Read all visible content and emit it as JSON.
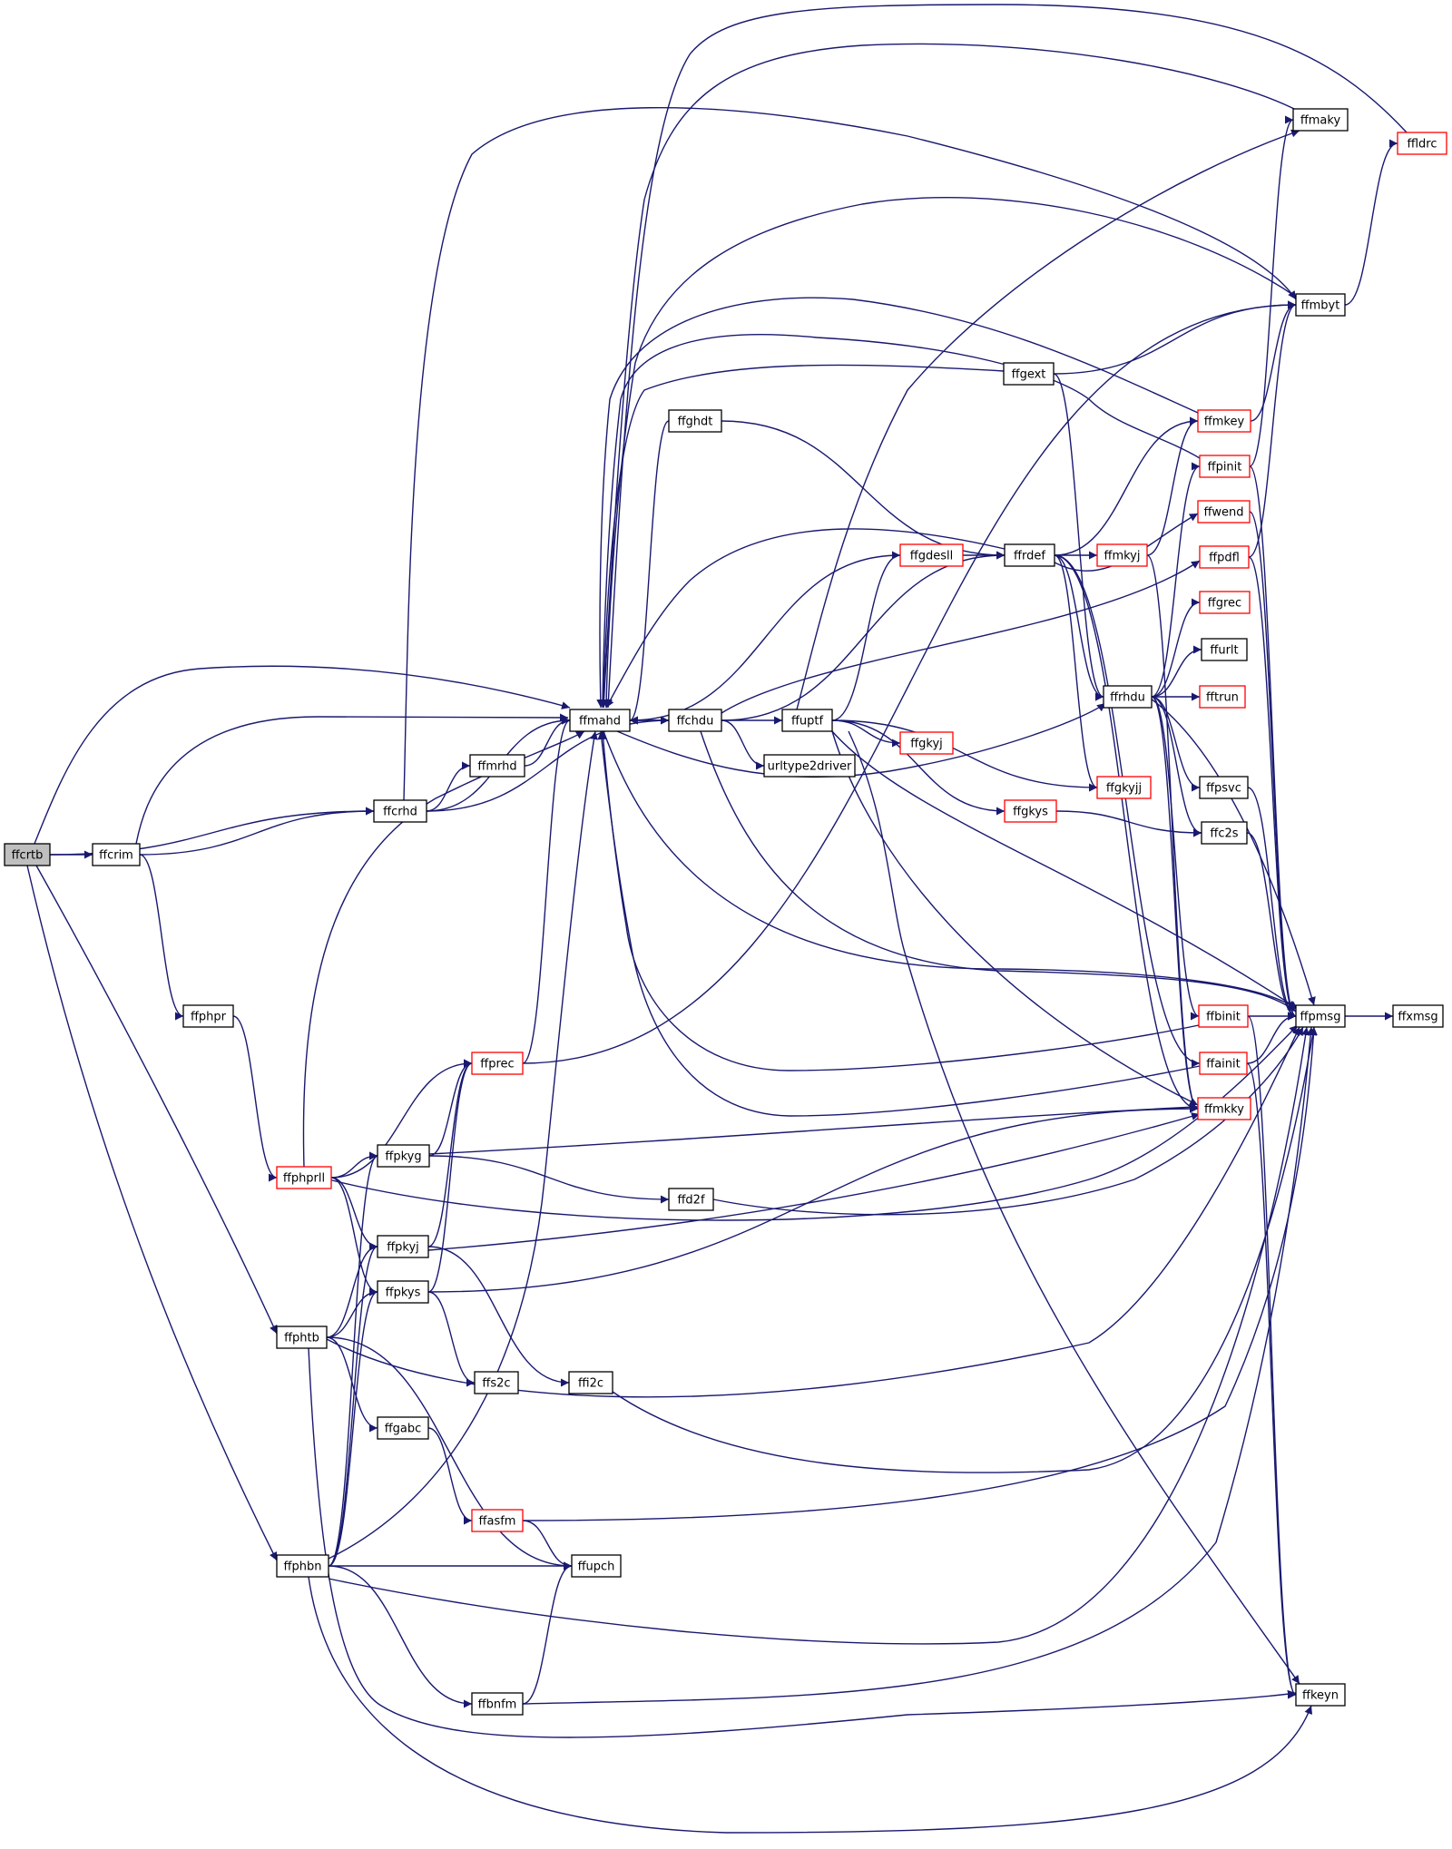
{
  "diagram": {
    "nodes": [
      {
        "id": "ffcrtb",
        "label": "ffcrtb",
        "style": "root"
      },
      {
        "id": "ffcrim",
        "label": "ffcrim",
        "style": "normal"
      },
      {
        "id": "ffcrhd",
        "label": "ffcrhd",
        "style": "normal"
      },
      {
        "id": "ffmrhd",
        "label": "ffmrhd",
        "style": "normal"
      },
      {
        "id": "ffmahd",
        "label": "ffmahd",
        "style": "normal"
      },
      {
        "id": "ffchdu",
        "label": "ffchdu",
        "style": "normal"
      },
      {
        "id": "ffuptf",
        "label": "ffuptf",
        "style": "normal"
      },
      {
        "id": "urltype2driver",
        "label": "urltype2driver",
        "style": "normal"
      },
      {
        "id": "ffghdt",
        "label": "ffghdt",
        "style": "normal"
      },
      {
        "id": "ffgext",
        "label": "ffgext",
        "style": "normal"
      },
      {
        "id": "ffgdesll",
        "label": "ffgdesll",
        "style": "red"
      },
      {
        "id": "ffrdef",
        "label": "ffrdef",
        "style": "normal"
      },
      {
        "id": "ffmkyj",
        "label": "ffmkyj",
        "style": "red"
      },
      {
        "id": "ffgkyj",
        "label": "ffgkyj",
        "style": "red"
      },
      {
        "id": "ffgkyjj",
        "label": "ffgkyjj",
        "style": "red"
      },
      {
        "id": "ffgkys",
        "label": "ffgkys",
        "style": "red"
      },
      {
        "id": "ffrhdu",
        "label": "ffrhdu",
        "style": "normal"
      },
      {
        "id": "ffmaky",
        "label": "ffmaky",
        "style": "normal"
      },
      {
        "id": "ffmbyt",
        "label": "ffmbyt",
        "style": "normal"
      },
      {
        "id": "ffldrc",
        "label": "ffldrc",
        "style": "red"
      },
      {
        "id": "ffmkey",
        "label": "ffmkey",
        "style": "red"
      },
      {
        "id": "ffpinit",
        "label": "ffpinit",
        "style": "red"
      },
      {
        "id": "ffwend",
        "label": "ffwend",
        "style": "red"
      },
      {
        "id": "ffpdfl",
        "label": "ffpdfl",
        "style": "red"
      },
      {
        "id": "ffgrec",
        "label": "ffgrec",
        "style": "red"
      },
      {
        "id": "ffurlt",
        "label": "ffurlt",
        "style": "normal"
      },
      {
        "id": "fftrun",
        "label": "fftrun",
        "style": "red"
      },
      {
        "id": "ffpsvc",
        "label": "ffpsvc",
        "style": "normal"
      },
      {
        "id": "ffc2s",
        "label": "ffc2s",
        "style": "normal"
      },
      {
        "id": "ffbinit",
        "label": "ffbinit",
        "style": "red"
      },
      {
        "id": "ffpmsg",
        "label": "ffpmsg",
        "style": "normal"
      },
      {
        "id": "ffxmsg",
        "label": "ffxmsg",
        "style": "normal"
      },
      {
        "id": "ffainit",
        "label": "ffainit",
        "style": "red"
      },
      {
        "id": "ffmkky",
        "label": "ffmkky",
        "style": "red"
      },
      {
        "id": "ffphpr",
        "label": "ffphpr",
        "style": "normal"
      },
      {
        "id": "ffprec",
        "label": "ffprec",
        "style": "red"
      },
      {
        "id": "ffphprll",
        "label": "ffphprll",
        "style": "red"
      },
      {
        "id": "ffpkyg",
        "label": "ffpkyg",
        "style": "normal"
      },
      {
        "id": "ffd2f",
        "label": "ffd2f",
        "style": "normal"
      },
      {
        "id": "ffpkyj",
        "label": "ffpkyj",
        "style": "normal"
      },
      {
        "id": "ffpkys",
        "label": "ffpkys",
        "style": "normal"
      },
      {
        "id": "ffphtb",
        "label": "ffphtb",
        "style": "normal"
      },
      {
        "id": "ffs2c",
        "label": "ffs2c",
        "style": "normal"
      },
      {
        "id": "ffi2c",
        "label": "ffi2c",
        "style": "normal"
      },
      {
        "id": "ffgabc",
        "label": "ffgabc",
        "style": "normal"
      },
      {
        "id": "ffasfm",
        "label": "ffasfm",
        "style": "red"
      },
      {
        "id": "ffphbn",
        "label": "ffphbn",
        "style": "normal"
      },
      {
        "id": "ffupch",
        "label": "ffupch",
        "style": "normal"
      },
      {
        "id": "ffbnfm",
        "label": "ffbnfm",
        "style": "normal"
      },
      {
        "id": "ffkeyn",
        "label": "ffkeyn",
        "style": "normal"
      }
    ],
    "edges": [
      [
        "ffcrtb",
        "ffcrim"
      ],
      [
        "ffcrtb",
        "ffcrhd"
      ],
      [
        "ffcrtb",
        "ffmahd"
      ],
      [
        "ffcrtb",
        "ffphtb"
      ],
      [
        "ffcrtb",
        "ffphbn"
      ],
      [
        "ffcrim",
        "ffcrhd"
      ],
      [
        "ffcrim",
        "ffmahd"
      ],
      [
        "ffcrim",
        "ffphpr"
      ],
      [
        "ffcrhd",
        "ffmrhd"
      ],
      [
        "ffcrhd",
        "ffmahd"
      ],
      [
        "ffcrhd",
        "ffchdu"
      ],
      [
        "ffcrhd",
        "ffmbyt"
      ],
      [
        "ffmrhd",
        "ffmahd"
      ],
      [
        "ffmahd",
        "ffchdu"
      ],
      [
        "ffmahd",
        "ffrhdu"
      ],
      [
        "ffmahd",
        "ffpmsg"
      ],
      [
        "ffchdu",
        "ffmahd"
      ],
      [
        "ffchdu",
        "ffuptf"
      ],
      [
        "ffchdu",
        "urltype2driver"
      ],
      [
        "ffchdu",
        "ffrdef"
      ],
      [
        "ffchdu",
        "ffpdfl"
      ],
      [
        "ffchdu",
        "ffpmsg"
      ],
      [
        "ffuptf",
        "ffmaky"
      ],
      [
        "ffuptf",
        "ffgdesll"
      ],
      [
        "ffuptf",
        "ffgkyj"
      ],
      [
        "ffuptf",
        "ffgkyjj"
      ],
      [
        "ffuptf",
        "ffgkys"
      ],
      [
        "ffuptf",
        "ffmkky"
      ],
      [
        "ffuptf",
        "ffkeyn"
      ],
      [
        "ffuptf",
        "ffpmsg"
      ],
      [
        "ffghdt",
        "ffmahd"
      ],
      [
        "ffghdt",
        "ffrdef"
      ],
      [
        "ffgext",
        "ffmahd"
      ],
      [
        "ffgext",
        "ffmbyt"
      ],
      [
        "ffgext",
        "ffrhdu"
      ],
      [
        "ffgdesll",
        "ffmahd"
      ],
      [
        "ffgdesll",
        "ffrdef"
      ],
      [
        "ffrdef",
        "ffmahd"
      ],
      [
        "ffrdef",
        "ffmkyj"
      ],
      [
        "ffrdef",
        "ffmkey"
      ],
      [
        "ffrdef",
        "ffwend"
      ],
      [
        "ffrdef",
        "ffrhdu"
      ],
      [
        "ffrdef",
        "ffgkyjj"
      ],
      [
        "ffrdef",
        "ffmkky"
      ],
      [
        "ffrdef",
        "ffainit"
      ],
      [
        "ffmkyj",
        "ffmkey"
      ],
      [
        "ffmkyj",
        "ffmkky"
      ],
      [
        "ffgkys",
        "ffc2s"
      ],
      [
        "ffrhdu",
        "ffgrec"
      ],
      [
        "ffrhdu",
        "ffurlt"
      ],
      [
        "ffrhdu",
        "fftrun"
      ],
      [
        "ffrhdu",
        "ffpinit"
      ],
      [
        "ffrhdu",
        "ffpsvc"
      ],
      [
        "ffrhdu",
        "ffc2s"
      ],
      [
        "ffrhdu",
        "ffbinit"
      ],
      [
        "ffrhdu",
        "ffmkky"
      ],
      [
        "ffrhdu",
        "ffpmsg"
      ],
      [
        "ffmaky",
        "ffmahd"
      ],
      [
        "ffmbyt",
        "ffmahd"
      ],
      [
        "ffmbyt",
        "ffldrc"
      ],
      [
        "ffldrc",
        "ffmahd"
      ],
      [
        "ffmkey",
        "ffmahd"
      ],
      [
        "ffmkey",
        "ffmbyt"
      ],
      [
        "ffpinit",
        "ffmahd"
      ],
      [
        "ffpinit",
        "ffmaky"
      ],
      [
        "ffpinit",
        "ffpmsg"
      ],
      [
        "ffwend",
        "ffpmsg"
      ],
      [
        "ffpdfl",
        "ffmbyt"
      ],
      [
        "ffpdfl",
        "ffpmsg"
      ],
      [
        "ffpsvc",
        "ffpmsg"
      ],
      [
        "ffc2s",
        "ffpmsg"
      ],
      [
        "ffbinit",
        "ffmahd"
      ],
      [
        "ffbinit",
        "ffpmsg"
      ],
      [
        "ffbinit",
        "ffkeyn"
      ],
      [
        "ffainit",
        "ffmahd"
      ],
      [
        "ffainit",
        "ffpmsg"
      ],
      [
        "ffainit",
        "ffkeyn"
      ],
      [
        "ffpmsg",
        "ffxmsg"
      ],
      [
        "ffphpr",
        "ffphprll"
      ],
      [
        "ffprec",
        "ffmahd"
      ],
      [
        "ffprec",
        "ffmbyt"
      ],
      [
        "ffphprll",
        "ffprec"
      ],
      [
        "ffphprll",
        "ffpkyg"
      ],
      [
        "ffphprll",
        "ffpkyj"
      ],
      [
        "ffphprll",
        "ffpkys"
      ],
      [
        "ffphprll",
        "ffmahd"
      ],
      [
        "ffphprll",
        "ffpmsg"
      ],
      [
        "ffpkyg",
        "ffprec"
      ],
      [
        "ffpkyg",
        "ffd2f"
      ],
      [
        "ffpkyg",
        "ffmkky"
      ],
      [
        "ffd2f",
        "ffpmsg"
      ],
      [
        "ffpkyj",
        "ffprec"
      ],
      [
        "ffpkyj",
        "ffi2c"
      ],
      [
        "ffpkyj",
        "ffmkky"
      ],
      [
        "ffpkys",
        "ffprec"
      ],
      [
        "ffpkys",
        "ffs2c"
      ],
      [
        "ffpkys",
        "ffmkky"
      ],
      [
        "ffphtb",
        "ffpkyj"
      ],
      [
        "ffphtb",
        "ffpkys"
      ],
      [
        "ffphtb",
        "ffgabc"
      ],
      [
        "ffphtb",
        "ffupch"
      ],
      [
        "ffphtb",
        "ffpmsg"
      ],
      [
        "ffphtb",
        "ffkeyn"
      ],
      [
        "ffi2c",
        "ffpmsg"
      ],
      [
        "ffgabc",
        "ffasfm"
      ],
      [
        "ffasfm",
        "ffupch"
      ],
      [
        "ffasfm",
        "ffpmsg"
      ],
      [
        "ffphbn",
        "ffpkyg"
      ],
      [
        "ffphbn",
        "ffpkyj"
      ],
      [
        "ffphbn",
        "ffpkys"
      ],
      [
        "ffphbn",
        "ffmahd"
      ],
      [
        "ffphbn",
        "ffupch"
      ],
      [
        "ffphbn",
        "ffbnfm"
      ],
      [
        "ffphbn",
        "ffpmsg"
      ],
      [
        "ffphbn",
        "ffkeyn"
      ],
      [
        "ffbnfm",
        "ffupch"
      ],
      [
        "ffbnfm",
        "ffpmsg"
      ]
    ],
    "colors": {
      "edge": "#191970",
      "node_border": "#000000",
      "highlight_border": "#ff0000",
      "root_fill": "#bfbfbf"
    }
  }
}
